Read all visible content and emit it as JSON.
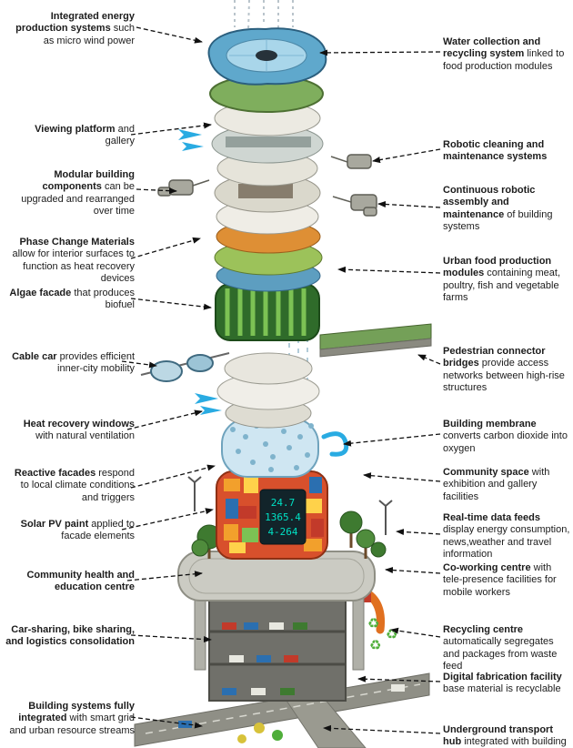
{
  "figure": {
    "subject": "Future smart skyscraper concept cutaway diagram",
    "accent_arrow_color": "#29abe2",
    "leader_color": "#111111"
  },
  "screen": {
    "lines": [
      "24.7",
      "1365.4",
      "4-264"
    ]
  },
  "left_labels": [
    {
      "lead": "Integrated energy production systems",
      "rest": " such as micro wind power"
    },
    {
      "lead": "Viewing platform",
      "rest": " and gallery"
    },
    {
      "lead": "Modular building components",
      "rest": " can be upgraded and rearranged over time"
    },
    {
      "lead": "Phase Change Materials",
      "rest": " allow for interior surfaces to function as heat recovery devices"
    },
    {
      "lead": "Algae facade",
      "rest": " that produces biofuel"
    },
    {
      "lead": "Cable car",
      "rest": " provides efficient inner-city mobility"
    },
    {
      "lead": "Heat recovery windows",
      "rest": " with natural ventilation"
    },
    {
      "lead": "Reactive facades",
      "rest": " respond to local climate conditions and triggers"
    },
    {
      "lead": "Solar PV paint",
      "rest": " applied to facade elements"
    },
    {
      "lead": "Community health and education centre",
      "rest": ""
    },
    {
      "lead": "Car-sharing, bike sharing, and logistics consolidation",
      "rest": ""
    },
    {
      "lead": "Building systems fully integrated",
      "rest": " with smart grid and urban resource streams"
    }
  ],
  "right_labels": [
    {
      "lead": "Water collection and recycling system",
      "rest": " linked to food production modules"
    },
    {
      "lead": "Robotic cleaning and maintenance systems",
      "rest": ""
    },
    {
      "lead": "Continuous robotic assembly and maintenance",
      "rest": " of building systems"
    },
    {
      "lead": "Urban food production modules",
      "rest": " containing meat, poultry, fish and vegetable farms"
    },
    {
      "lead": "Pedestrian connector bridges",
      "rest": " provide access networks between high-rise structures"
    },
    {
      "lead": "Building membrane",
      "rest": " converts carbon dioxide into oxygen"
    },
    {
      "lead": "Community space",
      "rest": " with exhibition and gallery facilities"
    },
    {
      "lead": "Real-time data feeds",
      "rest": " display energy consumption, news,weather and travel information"
    },
    {
      "lead": "Co-working centre",
      "rest": " with tele-presence facilities for mobile workers"
    },
    {
      "lead": "Recycling centre",
      "rest": " automatically segregates and packages from waste feed"
    },
    {
      "lead": "Digital fabrication facility",
      "rest": " base material is recyclable"
    },
    {
      "lead": "Underground transport hub",
      "rest": " integrated with building"
    }
  ]
}
